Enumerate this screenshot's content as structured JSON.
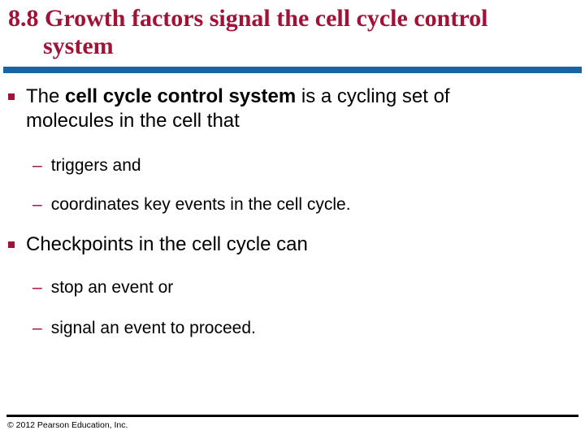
{
  "slide": {
    "title": {
      "line1": "8.8 Growth factors signal the cell cycle control",
      "line2": "system"
    },
    "bullets": [
      {
        "level": 1,
        "segments": [
          {
            "text": "The ",
            "bold": false
          },
          {
            "text": "cell cycle control system",
            "bold": true
          },
          {
            "text": " is a cycling set of molecules in the cell that",
            "bold": false
          }
        ]
      },
      {
        "level": 2,
        "text": "triggers and"
      },
      {
        "level": 2,
        "text": "coordinates key events in the cell cycle."
      },
      {
        "level": 1,
        "segments": [
          {
            "text": "Checkpoints in the cell cycle can",
            "bold": false
          }
        ]
      },
      {
        "level": 2,
        "text": "stop an event or"
      },
      {
        "level": 2,
        "text": "signal an event to proceed."
      }
    ],
    "markers": {
      "level1_shape": "square",
      "level2_glyph": "–"
    },
    "footer": "© 2012 Pearson Education, Inc.",
    "colors": {
      "accent_red": "#A11237",
      "rule_blue": "#1565A8",
      "text": "#000000"
    }
  }
}
